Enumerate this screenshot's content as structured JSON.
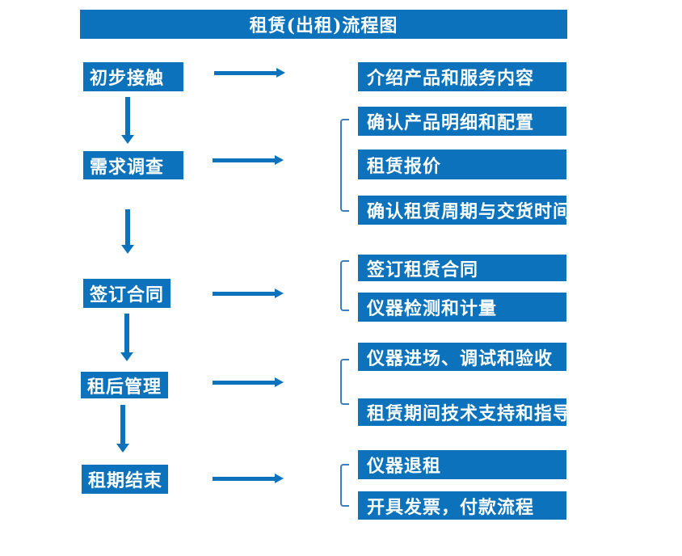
{
  "title": "租赁(出租)流程图",
  "colors": {
    "primary": "#0C72BC",
    "bracket": "#3F7CBE",
    "text_on_primary": "#FFFFFF"
  },
  "stages": [
    {
      "label": "初步接触"
    },
    {
      "label": "需求调查"
    },
    {
      "label": "签订合同"
    },
    {
      "label": "租后管理"
    },
    {
      "label": "租期结束"
    }
  ],
  "details": [
    {
      "label": "介绍产品和服务内容"
    },
    {
      "label": "确认产品明细和配置"
    },
    {
      "label": "租赁报价"
    },
    {
      "label": "确认租赁周期与交货时间"
    },
    {
      "label": "签订租赁合同"
    },
    {
      "label": "仪器检测和计量"
    },
    {
      "label": "仪器进场、调试和验收"
    },
    {
      "label": "租赁期间技术支持和指导"
    },
    {
      "label": "仪器退租"
    },
    {
      "label": "开具发票，付款流程"
    }
  ]
}
